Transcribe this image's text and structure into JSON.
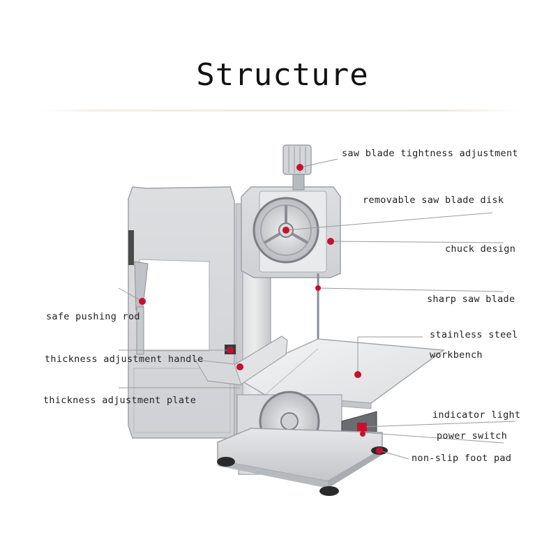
{
  "title": "Structure",
  "colors": {
    "leader_line": "#9a9a9a",
    "marker": "#c8102e",
    "steel_light": "#e4e5e7",
    "steel_mid": "#c9cbce",
    "steel_dark": "#a4a7ab",
    "foot": "#2a2a2a"
  },
  "labels": {
    "saw_blade_tightness": "saw blade tightness adjustment",
    "removable_disk": "removable saw blade disk",
    "chuck_design": "chuck design",
    "sharp_saw_blade": "sharp saw blade",
    "safe_pushing_rod": "safe pushing rod",
    "stainless_steel": "stainless steel",
    "workbench": "workbench",
    "thickness_handle": "thickness adjustment handle",
    "thickness_plate": "thickness adjustment plate",
    "indicator_light": "indicator light",
    "power_switch": "power switch",
    "foot_pad": "non-slip foot pad"
  }
}
